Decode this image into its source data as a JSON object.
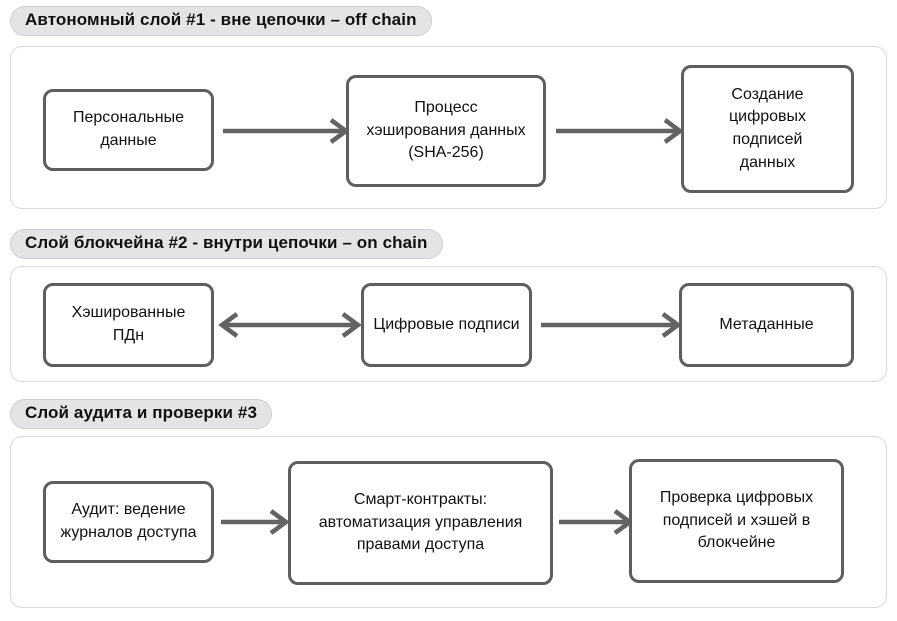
{
  "colors": {
    "box_border": "#5e5e5e",
    "arrow": "#636363",
    "pill_bg": "#e4e4e6",
    "pill_border": "#cfcfd1",
    "panel_border": "#d9d9d9",
    "text": "#111111",
    "panel_bg": "#ffffff"
  },
  "layers": [
    {
      "header": "Автономный слой #1 - вне цепочки – off chain",
      "nodes": [
        "Персональные\nданные",
        "Процесс\nхэширования данных\n(SHA-256)",
        "Создание\nцифровых\nподписей\nданных"
      ],
      "connectors": [
        "right",
        "right"
      ]
    },
    {
      "header": "Слой блокчейна #2 - внутри цепочки – on chain",
      "nodes": [
        "Хэшированные\nПДн",
        "Цифровые подписи",
        "Метаданные"
      ],
      "connectors": [
        "both",
        "right"
      ]
    },
    {
      "header": "Слой аудита и проверки #3",
      "nodes": [
        "Аудит: ведение\nжурналов доступа",
        "Смарт-контракты:\nавтоматизация управления\nправами доступа",
        "Проверка цифровых\nподписей и хэшей в\nблокчейне"
      ],
      "connectors": [
        "right",
        "right"
      ]
    }
  ]
}
